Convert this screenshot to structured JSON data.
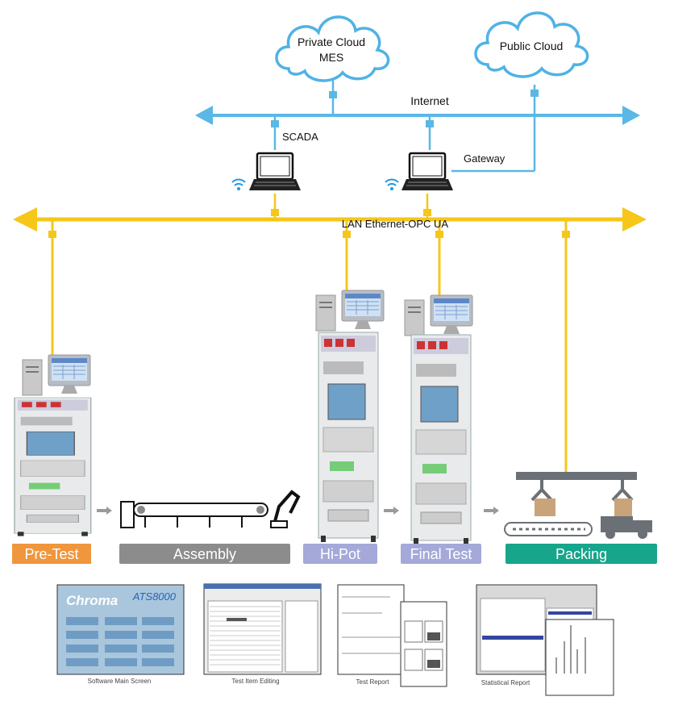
{
  "network": {
    "private_cloud": {
      "line1": "Private Cloud",
      "line2": "MES"
    },
    "public_cloud": "Public Cloud",
    "internet": "Internet",
    "scada": "SCADA",
    "gateway": "Gateway",
    "lan": "LAN   Ethernet-OPC UA"
  },
  "stages": [
    {
      "label": "Pre-Test",
      "color": "#f0963c"
    },
    {
      "label": "Assembly",
      "color": "#8c8c8c"
    },
    {
      "label": "Hi-Pot",
      "color": "#a4a9d9"
    },
    {
      "label": "Final Test",
      "color": "#a4a9d9"
    },
    {
      "label": "Packing",
      "color": "#17a58b"
    }
  ],
  "software": {
    "main_screen_logo": "Chroma",
    "main_screen_product": "ATS8000",
    "captions": [
      "Software Main Screen",
      "Test Item Editing",
      "Test Report",
      "Statistical Report"
    ]
  },
  "colors": {
    "internet_line": "#5ab7e6",
    "lan_line": "#f6c619"
  }
}
